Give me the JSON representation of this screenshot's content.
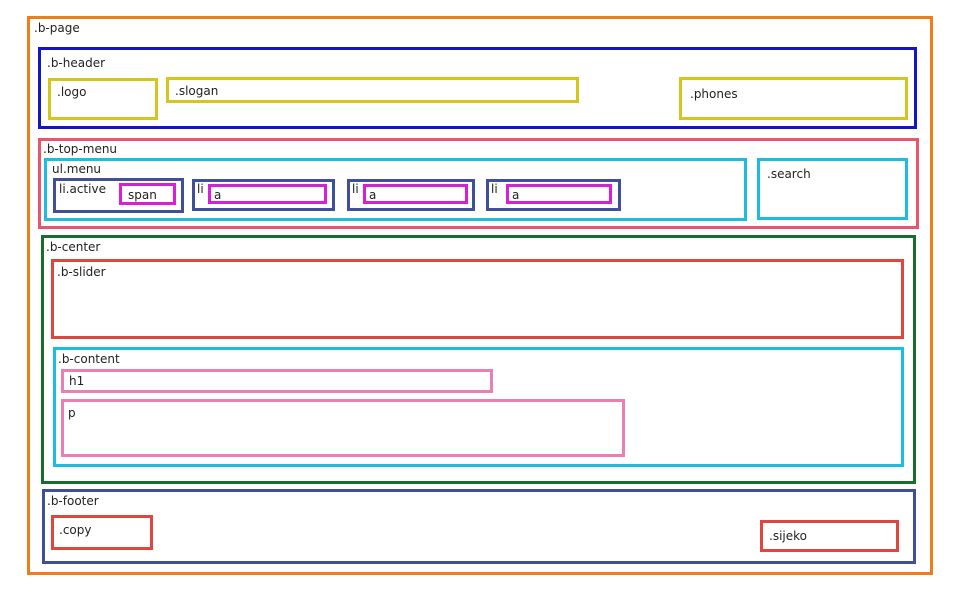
{
  "page": {
    "label": ".b-page"
  },
  "header": {
    "label": ".b-header",
    "logo": ".logo",
    "slogan": ".slogan",
    "phones": ".phones"
  },
  "top_menu": {
    "label": ".b-top-menu",
    "menu": {
      "label": "ul.menu",
      "items": [
        {
          "label": "li.active",
          "child": "span"
        },
        {
          "label": "li",
          "child": "a"
        },
        {
          "label": "li",
          "child": "a"
        },
        {
          "label": "li",
          "child": "a"
        }
      ]
    },
    "search": ".search"
  },
  "center": {
    "label": ".b-center",
    "slider": ".b-slider",
    "content": {
      "label": ".b-content",
      "h1": "h1",
      "p": "p"
    }
  },
  "footer": {
    "label": ".b-footer",
    "copy": ".copy",
    "sijeko": ".sijeko"
  },
  "colors": {
    "page": "#ef7d1a",
    "header": "#1414c8",
    "top_menu": "#e8566e",
    "menu": "#1ebde0",
    "search": "#1ebde0",
    "li": "#3f4f9a",
    "inline": "#d81ed8",
    "header_children": "#d4c61c",
    "center": "#1a6b2e",
    "slider": "#e0463f",
    "content": "#1ebde0",
    "content_children": "#ea7fb3",
    "footer": "#3f4f9a",
    "footer_children": "#e0463f"
  }
}
